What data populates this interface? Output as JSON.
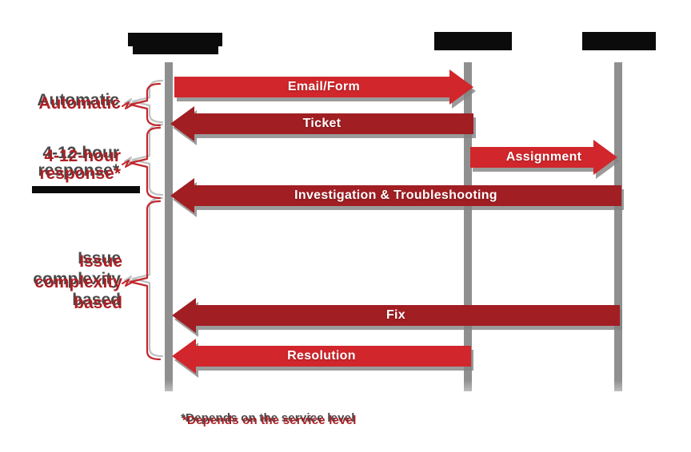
{
  "diagram": {
    "type": "sequence-diagram",
    "footnote": "*Depends on the service level",
    "actors": [
      {
        "label": "",
        "redacted": true,
        "position": "left"
      },
      {
        "label": "",
        "redacted": true,
        "position": "middle"
      },
      {
        "label": "",
        "redacted": true,
        "position": "right"
      }
    ],
    "annotations": [
      {
        "lines": [
          "Automatic"
        ]
      },
      {
        "lines": [
          "4-12-hour",
          "response*"
        ],
        "has_redacted_extra_line": true
      },
      {
        "lines": [
          "Issue",
          "complexity",
          "based"
        ]
      }
    ],
    "messages": [
      {
        "label": "Email/Form",
        "from": "actor-1",
        "to": "actor-2",
        "direction": "right",
        "style": "bright-red"
      },
      {
        "label": "Ticket",
        "from": "actor-2",
        "to": "actor-1",
        "direction": "left",
        "style": "dark-red"
      },
      {
        "label": "Assignment",
        "from": "actor-2",
        "to": "actor-3",
        "direction": "right",
        "style": "bright-red"
      },
      {
        "label": "Investigation & Troubleshooting",
        "from": "actor-3",
        "to": "actor-1",
        "direction": "left",
        "style": "dark-red"
      },
      {
        "label": "Fix",
        "from": "actor-3",
        "to": "actor-1",
        "direction": "left",
        "style": "dark-red"
      },
      {
        "label": "Resolution",
        "from": "actor-2",
        "to": "actor-1",
        "direction": "left",
        "style": "bright-red"
      }
    ],
    "colors": {
      "bright_red": "#d1262b",
      "dark_red": "#a11e23",
      "annotation_red": "#ab1f24",
      "brace_red": "#c1272d",
      "lifeline_gray": "#8f8f8f",
      "redaction_black": "#0b0b0b"
    }
  }
}
